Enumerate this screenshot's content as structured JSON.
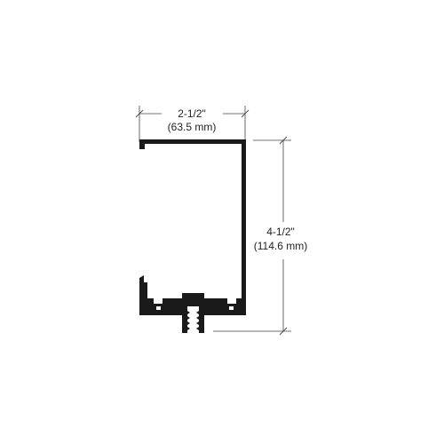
{
  "colors": {
    "profile": "#1a1a1a",
    "dimension_line": "#444444",
    "text": "#222222",
    "background": "#ffffff"
  },
  "dimensions": {
    "width": {
      "imperial": "2-1/2\"",
      "metric": "(63.5 mm)"
    },
    "height": {
      "imperial": "4-1/2\"",
      "metric": "(114.6 mm)"
    }
  }
}
